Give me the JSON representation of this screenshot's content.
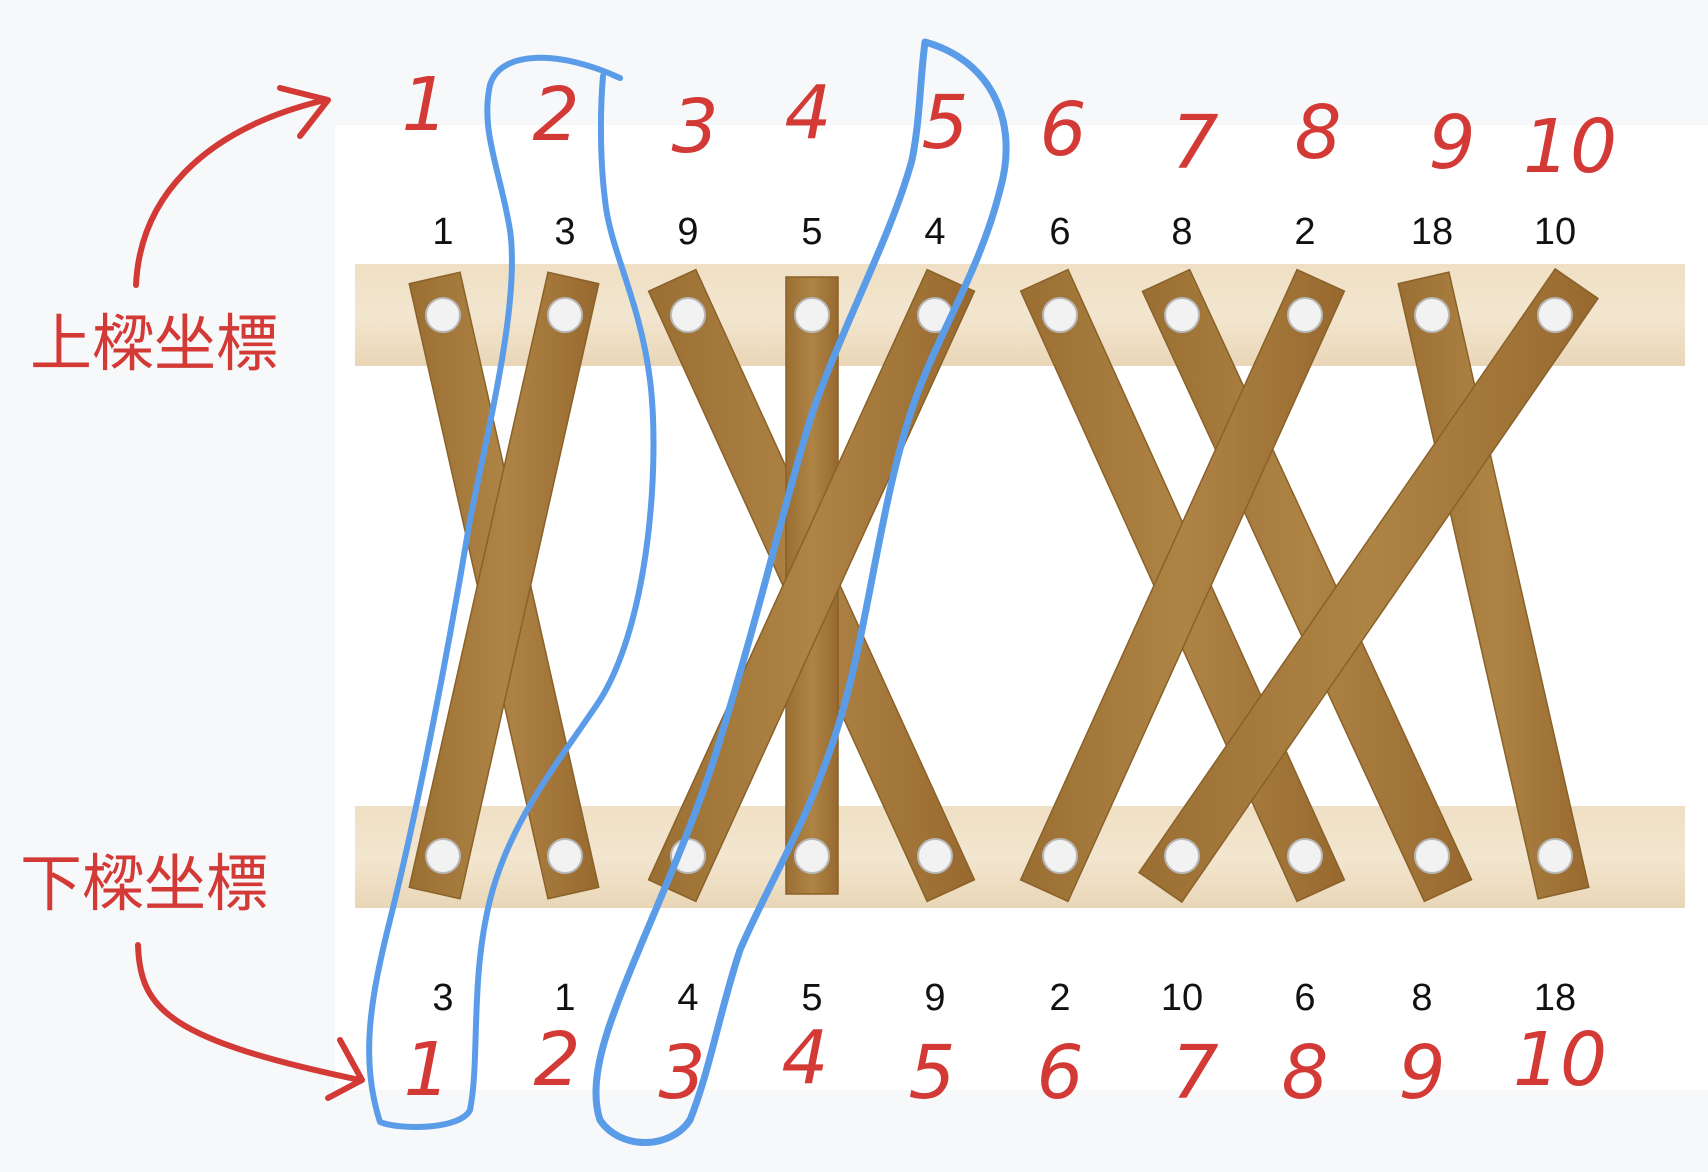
{
  "labels": {
    "upper": "上樑坐標",
    "lower": "下樑坐標"
  },
  "top_index": [
    "1",
    "2",
    "3",
    "4",
    "5",
    "6",
    "7",
    "8",
    "9",
    "10"
  ],
  "bottom_index": [
    "1",
    "2",
    "3",
    "4",
    "5",
    "6",
    "7",
    "8",
    "9",
    "10"
  ],
  "upper_values": [
    "1",
    "3",
    "9",
    "5",
    "4",
    "6",
    "8",
    "2",
    "18",
    "10"
  ],
  "lower_values": [
    "3",
    "1",
    "4",
    "5",
    "9",
    "2",
    "10",
    "6",
    "8",
    "18"
  ],
  "colors": {
    "annotation_red": "#d33a36",
    "highlight_blue": "#5b9ce8",
    "beam": "#eedcc0",
    "stick": "#a77a3e",
    "stick_edge": "#8a6128",
    "hole": "#f2f2f2",
    "number_black": "#111111"
  }
}
